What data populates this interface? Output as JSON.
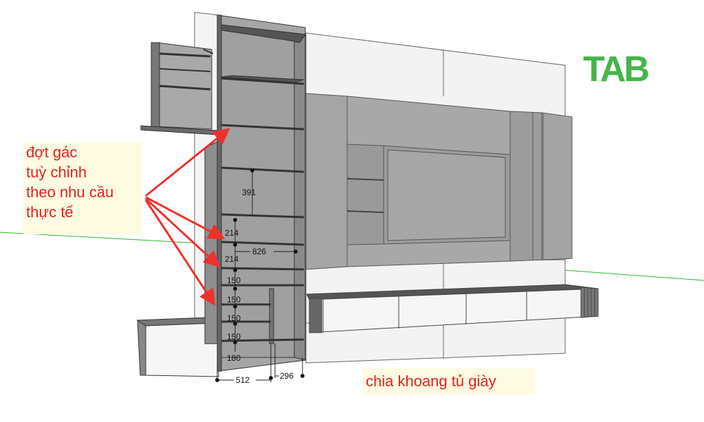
{
  "logo": {
    "text": "TAB",
    "color": "#43b649"
  },
  "annotations": {
    "shelf_note_lines": [
      "đợt gác",
      "tuỳ chỉnh",
      "theo nhu cầu",
      "thực tế"
    ],
    "shoe_note": "chia khoang tủ giày",
    "text_color": "#e0231d"
  },
  "dimensions": {
    "d391": "391",
    "d826": "826",
    "d214a": "214",
    "d214b": "214",
    "d150a": "150",
    "d150b": "150",
    "d150c": "150",
    "d150d": "150",
    "d180": "180",
    "d512": "512",
    "d296": "296"
  },
  "colors": {
    "panel_gray": "#a3a3a3",
    "panel_dark": "#8c8c8c",
    "wall": "#f2f2f2",
    "arrow": "#f0302a",
    "guide": "#2eb82e"
  }
}
